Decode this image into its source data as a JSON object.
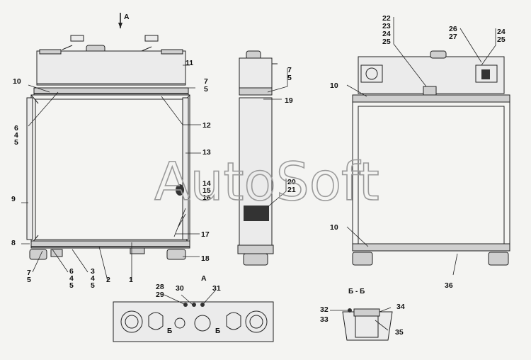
{
  "watermark": "AutoSoft",
  "view_labels": {
    "arrow_a": "А",
    "view_a": "А",
    "section_bb": "Б - Б",
    "cut_b_left": "Б",
    "cut_b_right": "Б"
  },
  "callouts": {
    "front": [
      "11",
      "10",
      "7",
      "5",
      "6",
      "4",
      "5",
      "12",
      "13",
      "9",
      "14",
      "15",
      "16",
      "17",
      "8",
      "18",
      "7",
      "5",
      "6",
      "4",
      "5",
      "3",
      "4",
      "5",
      "2",
      "1"
    ],
    "side": [
      "7",
      "5",
      "19",
      "20",
      "21"
    ],
    "rear": [
      "22",
      "23",
      "24",
      "25",
      "26",
      "27",
      "24",
      "25",
      "10",
      "10",
      "36"
    ],
    "view_a": [
      "28",
      "29",
      "30",
      "31"
    ],
    "section": [
      "32",
      "33",
      "34",
      "35"
    ]
  }
}
